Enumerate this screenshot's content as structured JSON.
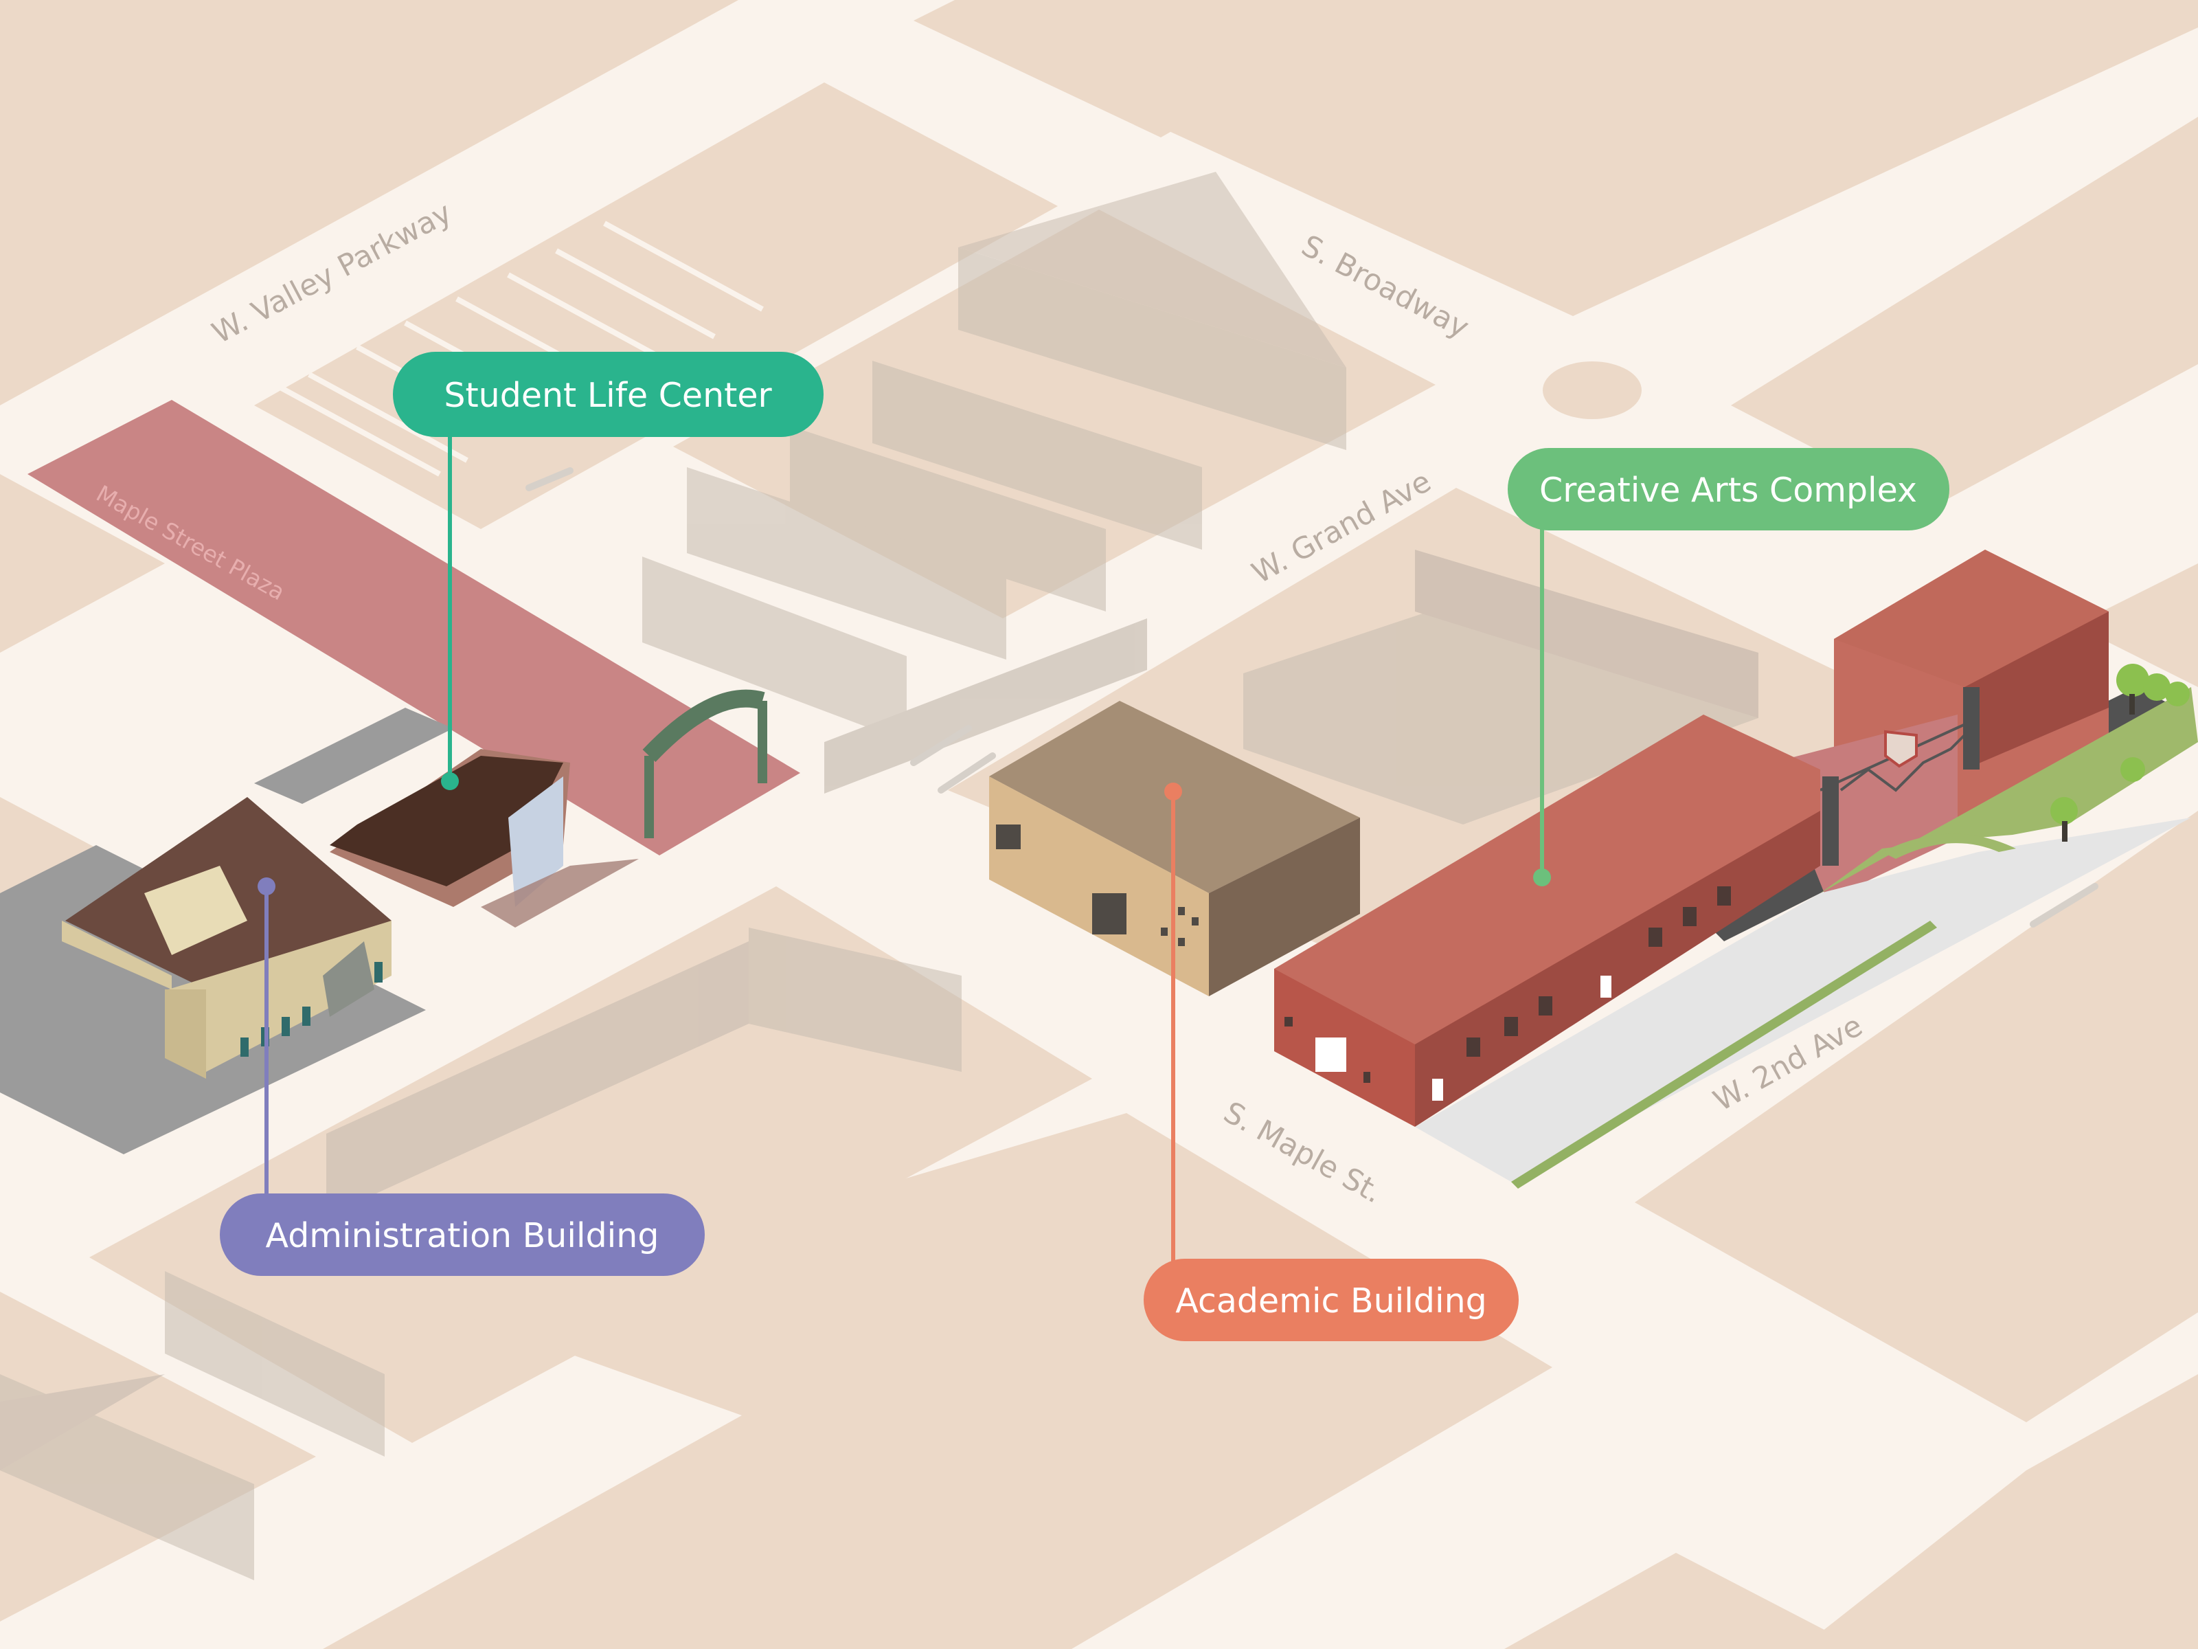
{
  "colors": {
    "student_life": "#2ab48d",
    "creative_arts": "#6cc07c",
    "administration": "#807ebd",
    "academic": "#ea7f61",
    "road": "#faf3ec",
    "block": "#ecd9c8"
  },
  "streets": {
    "valley": "W. Valley Parkway",
    "broadway": "S. Broadway",
    "grand": "W. Grand Ave",
    "maple": "S. Maple St.",
    "second": "W. 2nd Ave"
  },
  "plaza": {
    "label": "Maple Street Plaza"
  },
  "callouts": {
    "student_life": "Student Life Center",
    "creative_arts": "Creative Arts Complex",
    "administration": "Administration Building",
    "academic": "Academic Building"
  },
  "icons": {
    "gate": "crest-gate-icon",
    "arrows": "traffic-direction-arrow-icon"
  }
}
